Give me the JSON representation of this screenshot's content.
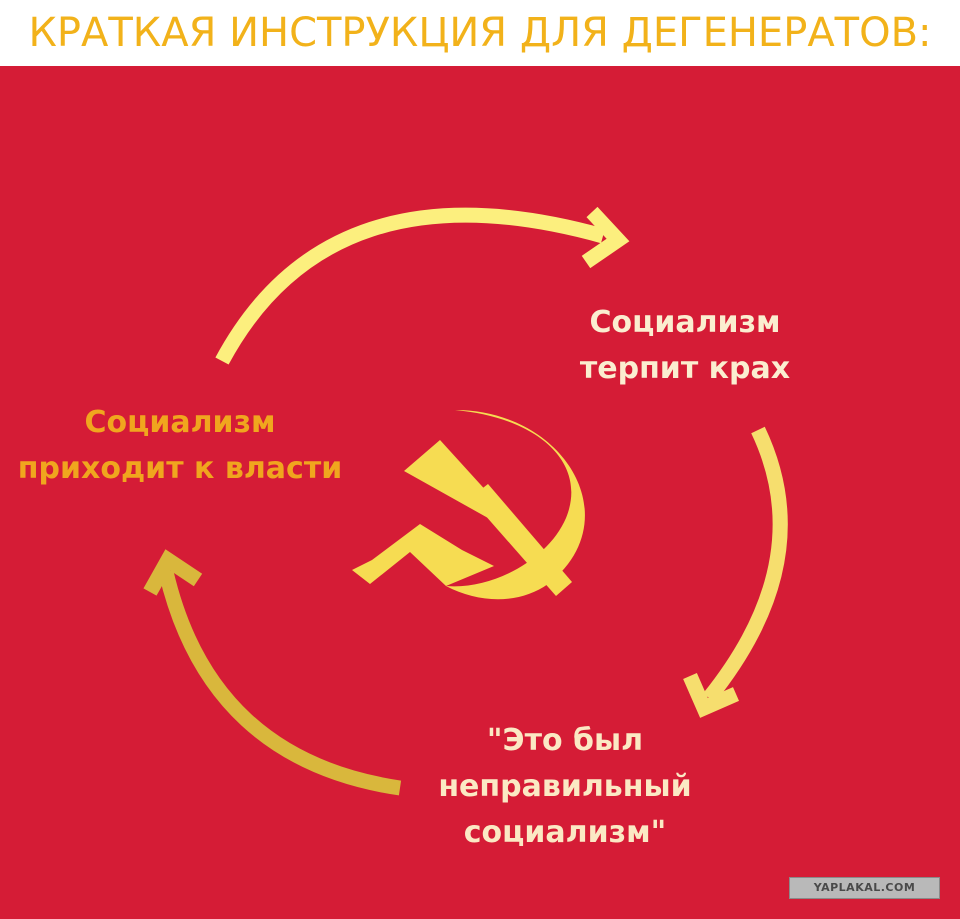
{
  "header": {
    "title": "КРАТКАЯ ИНСТРУКЦИЯ ДЛЯ ДЕГЕНЕРАТОВ:"
  },
  "cycle": {
    "steps": [
      {
        "text_lines": [
          "Социализм",
          "приходит к власти"
        ]
      },
      {
        "text_lines": [
          "Социализм",
          "терпит крах"
        ]
      },
      {
        "text_lines": [
          "\"Это был",
          "неправильный",
          "социализм\""
        ]
      }
    ],
    "arrow_count": 3,
    "center_emblem": "hammer-and-sickle-icon"
  },
  "watermark": {
    "text": "YAPLAKAL.COM"
  },
  "colors": {
    "background": "#d51c36",
    "title_bar": "#ffffff",
    "title_text": "#f2b21a",
    "left_label": "#f0a61e",
    "right_label": "#fbeed0",
    "bottom_label": "#fbe9c4",
    "arrow_top": "#fcef7e",
    "arrow_right": "#f6de6e",
    "arrow_bottom": "#d9b73c",
    "emblem": "#f6dc52"
  }
}
